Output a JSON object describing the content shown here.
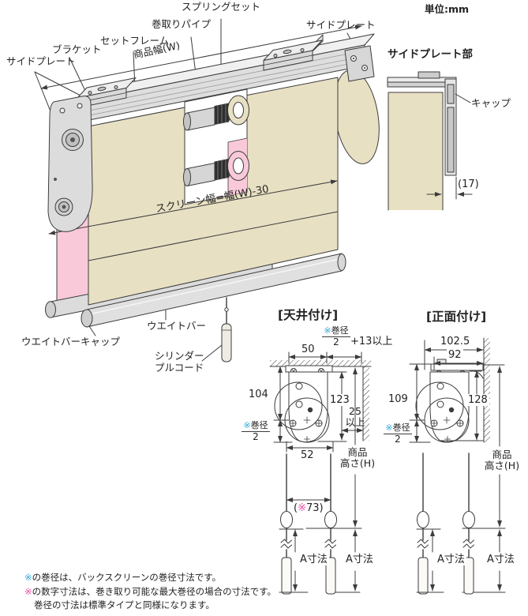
{
  "unit_label": "単位:mm",
  "colors": {
    "beige_screen": "#e8e0c3",
    "pink_back_screen": "#f9c9da",
    "blue_marker": "#2ea7dc",
    "magenta_marker": "#ee4da3",
    "line": "#3c3c3c",
    "metal_gray": "#dcdcdc"
  },
  "main_diagram": {
    "labels": {
      "spring_set": "スプリングセット",
      "winding_pipe": "巻取りパイプ",
      "set_frame": "セットフレーム",
      "product_width": "商品幅(W)",
      "bracket": "ブラケット",
      "side_plate_left": "サイドプレート",
      "side_plate_right": "サイドプレート",
      "screen_width": "スクリーン幅=幅(W)-30",
      "weight_bar": "ウエイトバー",
      "weight_bar_cap": "ウエイトバーキャップ",
      "cylinder_pull_cord": [
        "シリンダー",
        "プルコード"
      ]
    }
  },
  "side_plate_detail": {
    "title": "サイドプレート部",
    "cap_label": "キャップ",
    "dim_17": "(17)"
  },
  "ceiling_mount": {
    "title": "[天井付け]",
    "dims": {
      "top_width": "50",
      "winding_marker": "※",
      "winding_text": "巻径",
      "winding_denominator": "2",
      "plus_13": "+13以上",
      "height_104": "104",
      "height_123": "123",
      "clearance_25": "25",
      "clearance_ijou": "以上",
      "bottom_width": "52",
      "product_height_line1": "商品",
      "product_height_line2": "高さ(H)",
      "cord_span_open": "(",
      "cord_span_marker": "※",
      "cord_span_close": "73)",
      "a_dim_left": "A寸法",
      "a_dim_right": "A寸法"
    }
  },
  "front_mount": {
    "title": "[正面付け]",
    "dims": {
      "top_width": "102.5",
      "inner_width": "92",
      "height_109": "109",
      "height_128": "128",
      "winding_marker": "※",
      "winding_text": "巻径",
      "winding_denominator": "2",
      "product_height_line1": "商品",
      "product_height_line2": "高さ(H)",
      "a_dim_left": "A寸法",
      "a_dim_right": "A寸法"
    }
  },
  "footnotes": [
    {
      "marker": "※",
      "marker_color": "blue",
      "text": "の巻径は、バックスクリーンの巻径寸法です。"
    },
    {
      "marker": "※",
      "marker_color": "magenta",
      "text": "の数字寸法は、巻き取り可能な最大巻径の場合の寸法です。"
    },
    {
      "marker": "",
      "marker_color": "",
      "text": "巻径の寸法は標準タイプと同様になります。"
    }
  ]
}
